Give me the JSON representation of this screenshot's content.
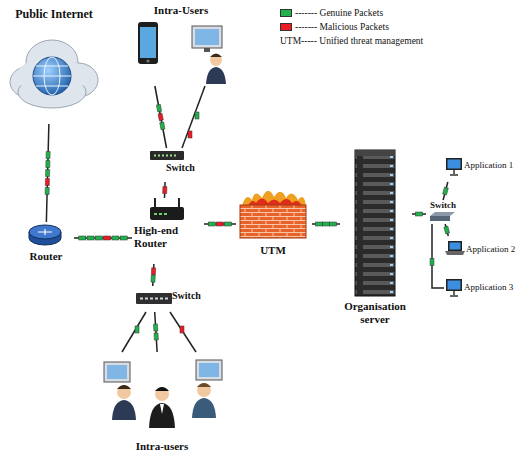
{
  "diagram": {
    "nodes": [
      {
        "text": [
          "Public Internet"
        ]
      },
      {
        "text": [
          "Intra-Users"
        ]
      },
      {
        "text": [
          "Switch"
        ]
      },
      {
        "text": [
          "Router"
        ]
      },
      {
        "text": [
          "High-end Router"
        ]
      },
      {
        "text": [
          "UTM"
        ]
      },
      {
        "text": [
          "Organisation server"
        ]
      },
      {
        "text": [
          "Switch"
        ]
      },
      {
        "text": [
          "Application 1"
        ]
      },
      {
        "text": [
          "Application 2"
        ]
      },
      {
        "text": [
          "Application 3"
        ]
      },
      {
        "text": [
          "Switch"
        ]
      },
      {
        "text": [
          "Intra-users"
        ]
      }
    ],
    "edges": [
      {
        "from": 0,
        "to": 3,
        "arrow": "none"
      },
      {
        "from": 1,
        "to": 2,
        "arrow": "none"
      },
      {
        "from": 2,
        "to": 4,
        "arrow": "none"
      },
      {
        "from": 3,
        "to": 4,
        "arrow": "none"
      },
      {
        "from": 4,
        "to": 5,
        "arrow": "none"
      },
      {
        "from": 5,
        "to": 6,
        "arrow": "none"
      },
      {
        "from": 6,
        "to": 7,
        "arrow": "none"
      },
      {
        "from": 7,
        "to": 8,
        "arrow": "none"
      },
      {
        "from": 7,
        "to": 9,
        "arrow": "none"
      },
      {
        "from": 7,
        "to": 10,
        "arrow": "none"
      },
      {
        "from": 4,
        "to": 11,
        "arrow": "none"
      },
      {
        "from": 11,
        "to": 12,
        "arrow": "none"
      }
    ],
    "labels": [
      "UTM----- Unified threat management"
    ],
    "legend": [
      {
        "text": "------- Genuine Packets",
        "color": "#22b14c"
      },
      {
        "text": "------- Malicious Packets",
        "color": "#ed1c24"
      }
    ]
  }
}
